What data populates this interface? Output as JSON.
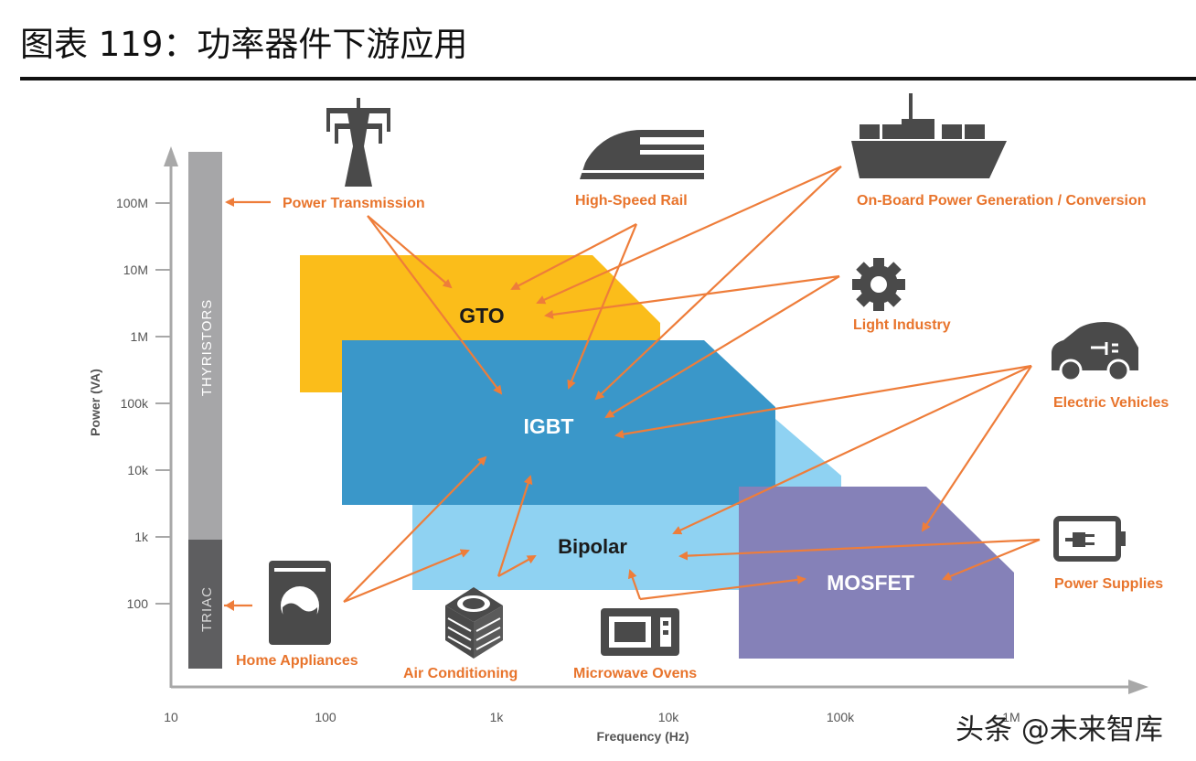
{
  "title": "图表 119：功率器件下游应用",
  "axes": {
    "y_label": "Power (VA)",
    "x_label": "Frequency (Hz)",
    "y_ticks": [
      "100M",
      "10M",
      "1M",
      "100k",
      "10k",
      "1k",
      "100"
    ],
    "x_ticks": [
      "10",
      "100",
      "1k",
      "10k",
      "100k",
      "1M"
    ]
  },
  "devices": {
    "thyristors": "THYRISTORS",
    "triac": "TRIAC",
    "gto": "GTO",
    "igbt": "IGBT",
    "bipolar": "Bipolar",
    "mosfet": "MOSFET"
  },
  "applications": {
    "power_transmission": "Power Transmission",
    "high_speed_rail": "High-Speed Rail",
    "onboard_power": "On-Board Power Generation / Conversion",
    "light_industry": "Light Industry",
    "electric_vehicles": "Electric Vehicles",
    "power_supplies": "Power Supplies",
    "home_appliances": "Home Appliances",
    "air_conditioning": "Air Conditioning",
    "microwave_ovens": "Microwave Ovens"
  },
  "icons": {
    "power_transmission": "transmission-tower-icon",
    "high_speed_rail": "train-icon",
    "onboard_power": "ship-icon",
    "light_industry": "gear-icon",
    "electric_vehicles": "electric-car-icon",
    "power_supplies": "battery-plug-icon",
    "home_appliances": "washing-machine-icon",
    "air_conditioning": "ac-unit-icon",
    "microwave_ovens": "microwave-icon"
  },
  "colors": {
    "gto": "#fbbd1a",
    "igbt": "#3a97c9",
    "igbt_light": "#8fd2f2",
    "bipolar": "#8fd2f2",
    "mosfet": "#8581b8",
    "thyristor_bar": "#a6a6a8",
    "triac_bar": "#5e5e60",
    "accent": "#e8742c",
    "icon": "#4a4a4a"
  },
  "watermark": "头条 @未来智库"
}
